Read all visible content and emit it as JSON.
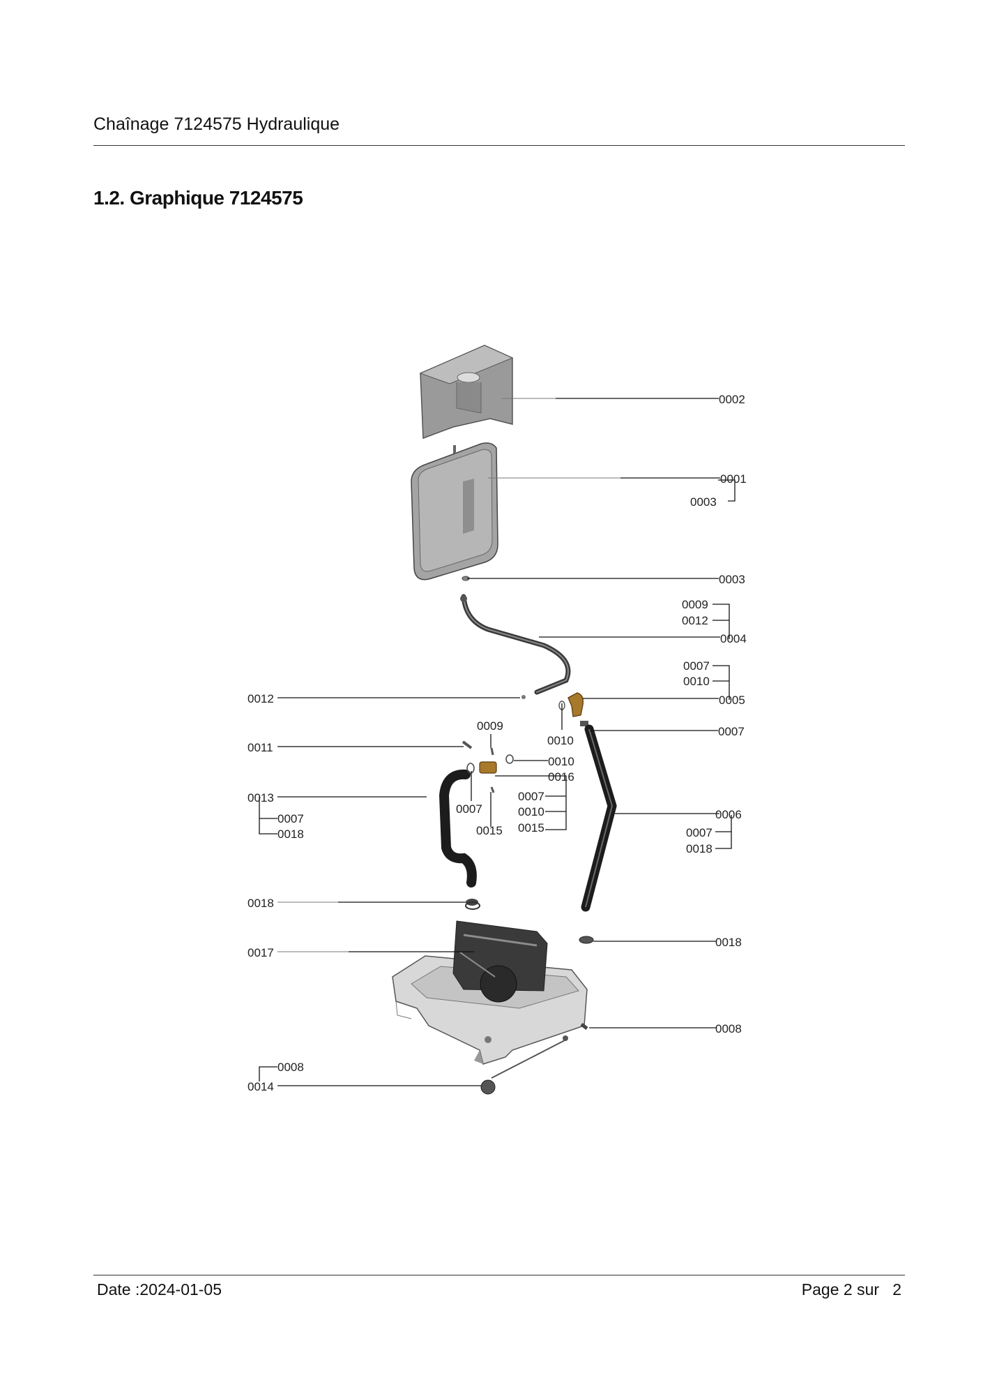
{
  "header": {
    "title": "Chaînage 7124575 Hydraulique"
  },
  "section": {
    "title": "1.2. Graphique 7124575"
  },
  "footer": {
    "date": "Date :2024-01-05",
    "page_prefix": "Page 2 sur",
    "page_total": "2"
  },
  "diagram": {
    "labels": {
      "p0002": "0002",
      "p0001": "0001",
      "p0003a": "0003",
      "p0003b": "0003",
      "p0009a": "0009",
      "p0012a": "0012",
      "p0004": "0004",
      "p0007a": "0007",
      "p0010a": "0010",
      "p0005": "0005",
      "p0012b": "0012",
      "p0007b": "0007",
      "p0009b": "0009",
      "p0010b": "0010",
      "p0011": "0011",
      "p0010c": "0010",
      "p0016": "0016",
      "p0013": "0013",
      "p0007c": "0007",
      "p0018a": "0018",
      "p0007d": "0007",
      "p0007e": "0007",
      "p0010d": "0010",
      "p0015a": "0015",
      "p0015b": "0015",
      "p0006": "0006",
      "p0007f": "0007",
      "p0018b": "0018",
      "p0018c": "0018",
      "p0017": "0017",
      "p0018d": "0018",
      "p0008a": "0008",
      "p0008b": "0008",
      "p0014": "0014"
    }
  }
}
